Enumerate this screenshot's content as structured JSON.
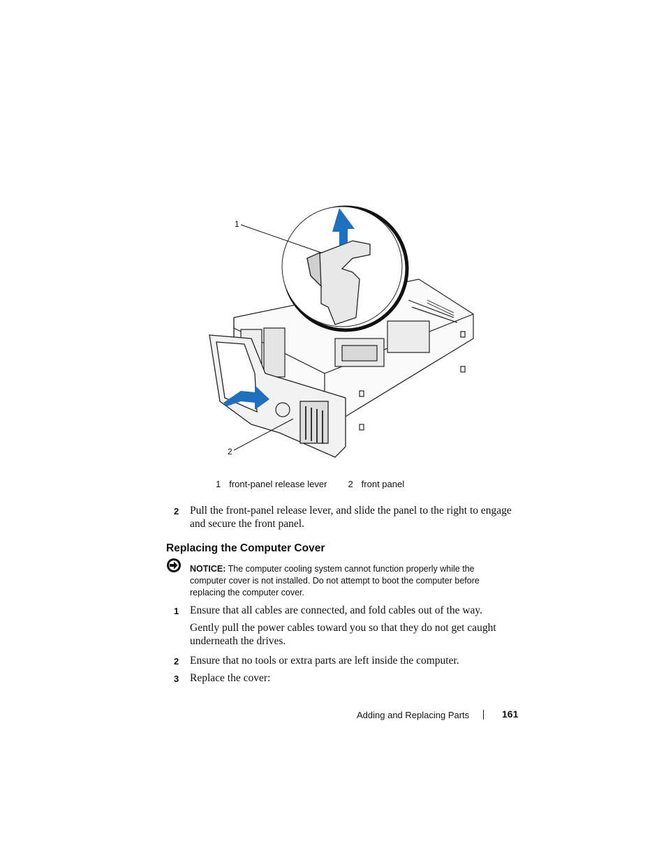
{
  "figure": {
    "callouts": [
      "1",
      "2"
    ],
    "legend": [
      {
        "num": "1",
        "label": "front-panel release lever"
      },
      {
        "num": "2",
        "label": "front panel"
      }
    ],
    "accent_color": "#1f6fc0"
  },
  "steps_before": [
    {
      "num": "2",
      "text": "Pull the front-panel release lever, and slide the panel to the right to engage and secure the front panel."
    }
  ],
  "section": {
    "heading": "Replacing the Computer Cover"
  },
  "notice": {
    "label": "NOTICE:",
    "text": " The computer cooling system cannot function properly while the computer cover is not installed. Do not attempt to boot the computer before replacing the computer cover.",
    "icon": "notice-icon"
  },
  "steps": [
    {
      "num": "1",
      "text": "Ensure that all cables are connected, and fold cables out of the way."
    },
    {
      "num": "",
      "text": "Gently pull the power cables toward you so that they do not get caught underneath the drives."
    },
    {
      "num": "2",
      "text": "Ensure that no tools or extra parts are left inside the computer."
    },
    {
      "num": "3",
      "text": "Replace the cover:"
    }
  ],
  "footer": {
    "title": "Adding and Replacing Parts",
    "page_number": "161"
  }
}
